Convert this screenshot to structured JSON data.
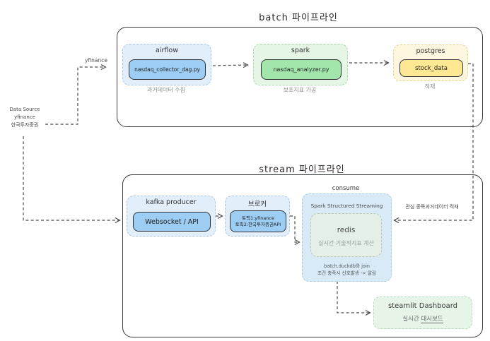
{
  "batch_pipeline": {
    "title": "batch 파이프라인",
    "airflow": {
      "label": "airflow",
      "file": "nasdaq_collector_dag.py",
      "caption": "과거데이터 수집"
    },
    "spark": {
      "label": "spark",
      "file": "nasdaq_analyzer.py",
      "caption": "보조지표 가공"
    },
    "postgres": {
      "label": "postgres",
      "table": "stock_data",
      "caption": "적재"
    }
  },
  "stream_pipeline": {
    "title": "stream 파이프라인",
    "kafka_producer": {
      "label": "kafka producer",
      "inner": "Websocket / API"
    },
    "broker": {
      "label": "브로커",
      "topic1": "토픽1:yfinance",
      "topic2": "토픽2:한국투자증권API"
    },
    "consume": {
      "label": "consume",
      "engine": "Spark Structured Streaming",
      "store": "redis",
      "store_caption": "실시간 기술적지표 계산",
      "join_note": "batch.duckdb와 join",
      "signal_note": "조건 충족시 신호발생 -> 알림"
    },
    "dashboard": {
      "title": "steamlit Dashboard",
      "caption_prefix": "실시간 ",
      "caption_emph": "대시보드"
    }
  },
  "data_source": {
    "line1": "Data Source",
    "line2": "yfinance",
    "line3": "한국투자증권"
  },
  "edge_labels": {
    "yfinance": "yfinance",
    "watchlist": "관심 종목과거데이터 적재"
  },
  "colors": {
    "blue_node": "#9dcdf2",
    "blue_group": "#e3eefb",
    "green_node": "#a2e6ac",
    "green_group": "#e6f6e6",
    "yellow_node": "#ffe894",
    "yellow_group": "#fdf7e0",
    "consume_group": "#d9eaf6",
    "redis_box": "#e4efe7",
    "dashboard_group": "#e7f5e8",
    "stroke": "#343a40",
    "wire": "#4a4a4a"
  }
}
